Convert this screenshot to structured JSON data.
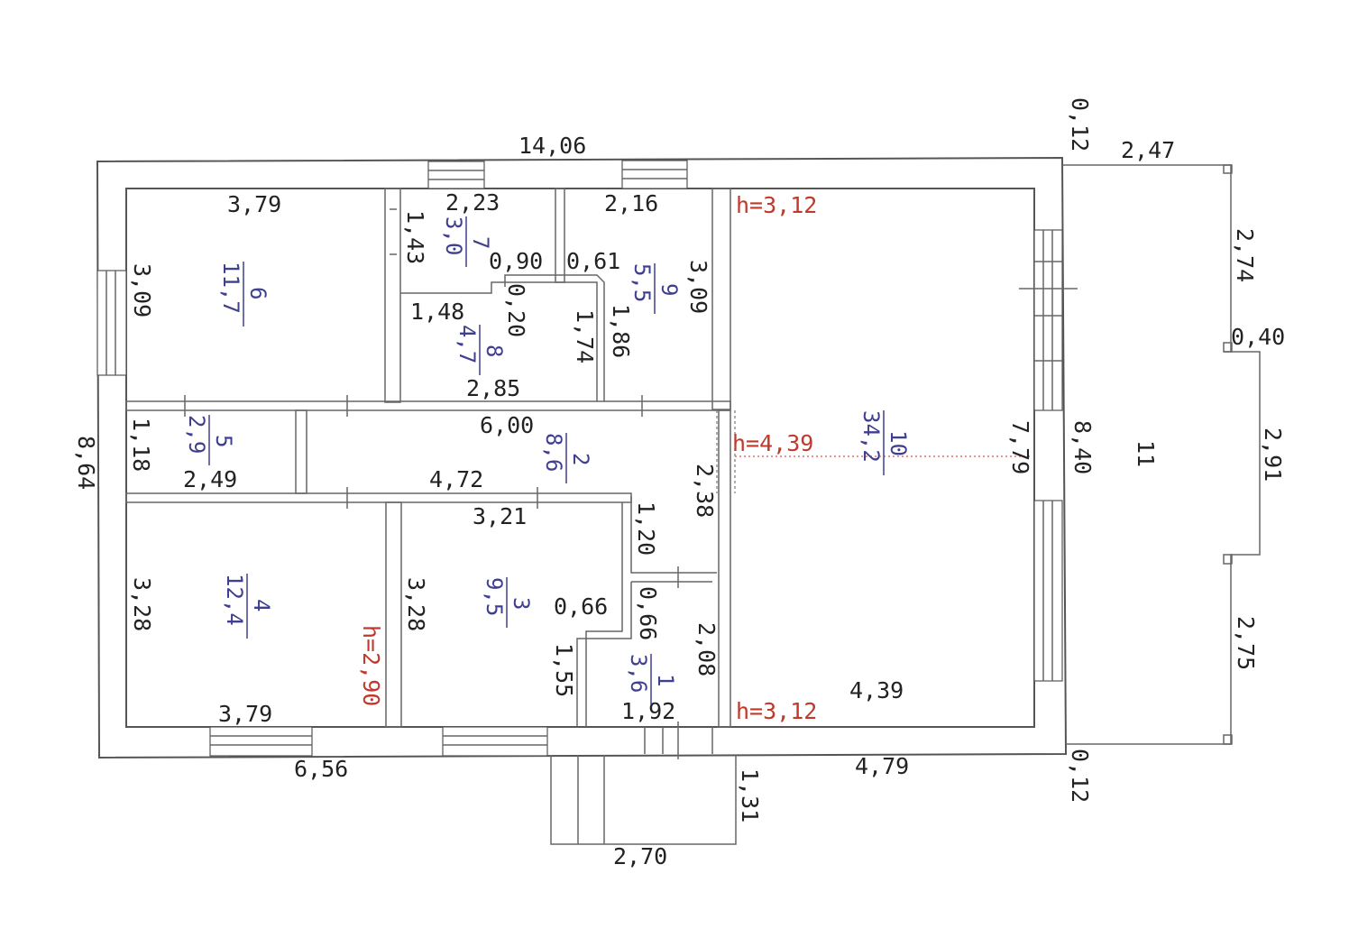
{
  "dimensions": {
    "total_length": "14,06",
    "total_width": "8,64",
    "bottom_left_length": "6,56",
    "bottom_right_length": "4,79",
    "wall_top_right": "0,12",
    "wall_bottom_right": "0,12",
    "r6_width": "3,79",
    "r6_height": "3,09",
    "r7_width": "2,23",
    "r7_height": "1,43",
    "r9_width": "2,16",
    "r9_height": "3,09",
    "r9_inner_a": "1,86",
    "r9_step": "0,61",
    "r8_step": "0,90",
    "r8_offset": "0,20",
    "r8_width_top": "1,48",
    "r8_height": "1,74",
    "r8_width": "2,85",
    "r5_height": "1,18",
    "r5_width": "2,49",
    "hall_width": "6,00",
    "hall_lower": "4,72",
    "hall_height": "2,38",
    "r4_height": "3,28",
    "r4_width": "3,79",
    "r3_height": "3,28",
    "r3_width": "3,21",
    "r3_notch": "0,66",
    "r3_lower": "1,55",
    "r1_top": "1,20",
    "r1_notch": "0,66",
    "r1_height": "2,08",
    "r1_width": "1,92",
    "r10_width": "4,39",
    "r10_height": "7,79",
    "ext_height": "8,40",
    "r11_width": "2,47",
    "r11_top": "2,74",
    "r11_gap": "0,40",
    "r11_mid": "2,91",
    "r11_bottom": "2,75",
    "porch_width": "2,70",
    "porch_depth": "1,31"
  },
  "rooms": [
    {
      "num": "6",
      "area": "11,7"
    },
    {
      "num": "7",
      "area": "3,0"
    },
    {
      "num": "8",
      "area": "4,7"
    },
    {
      "num": "9",
      "area": "5,5"
    },
    {
      "num": "5",
      "area": "2,9"
    },
    {
      "num": "2",
      "area": "8,6"
    },
    {
      "num": "4",
      "area": "12,4"
    },
    {
      "num": "3",
      "area": "9,5"
    },
    {
      "num": "1",
      "area": "3,6"
    },
    {
      "num": "10",
      "area": "34,2"
    },
    {
      "num": "11",
      "area": ""
    }
  ],
  "heights": {
    "r10_top": "h=3,12",
    "r10_mid": "h=4,39",
    "r10_bottom": "h=3,12",
    "r4": "h=2,90"
  },
  "colors": {
    "walls": "#555555",
    "room_labels": "#3f3f8f",
    "height_labels": "#c0392b"
  }
}
